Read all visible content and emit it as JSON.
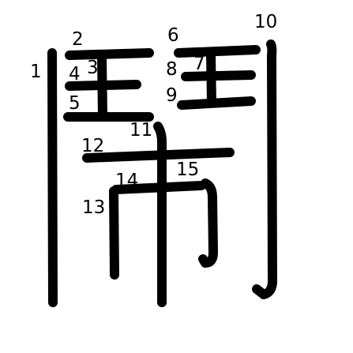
{
  "character": {
    "stroke_count": 15,
    "stroke_numbers": [
      "1",
      "2",
      "3",
      "4",
      "5",
      "6",
      "7",
      "8",
      "9",
      "10",
      "11",
      "12",
      "13",
      "14",
      "15"
    ]
  },
  "colors": {
    "background": "#ffffff",
    "ink": "#000000"
  }
}
